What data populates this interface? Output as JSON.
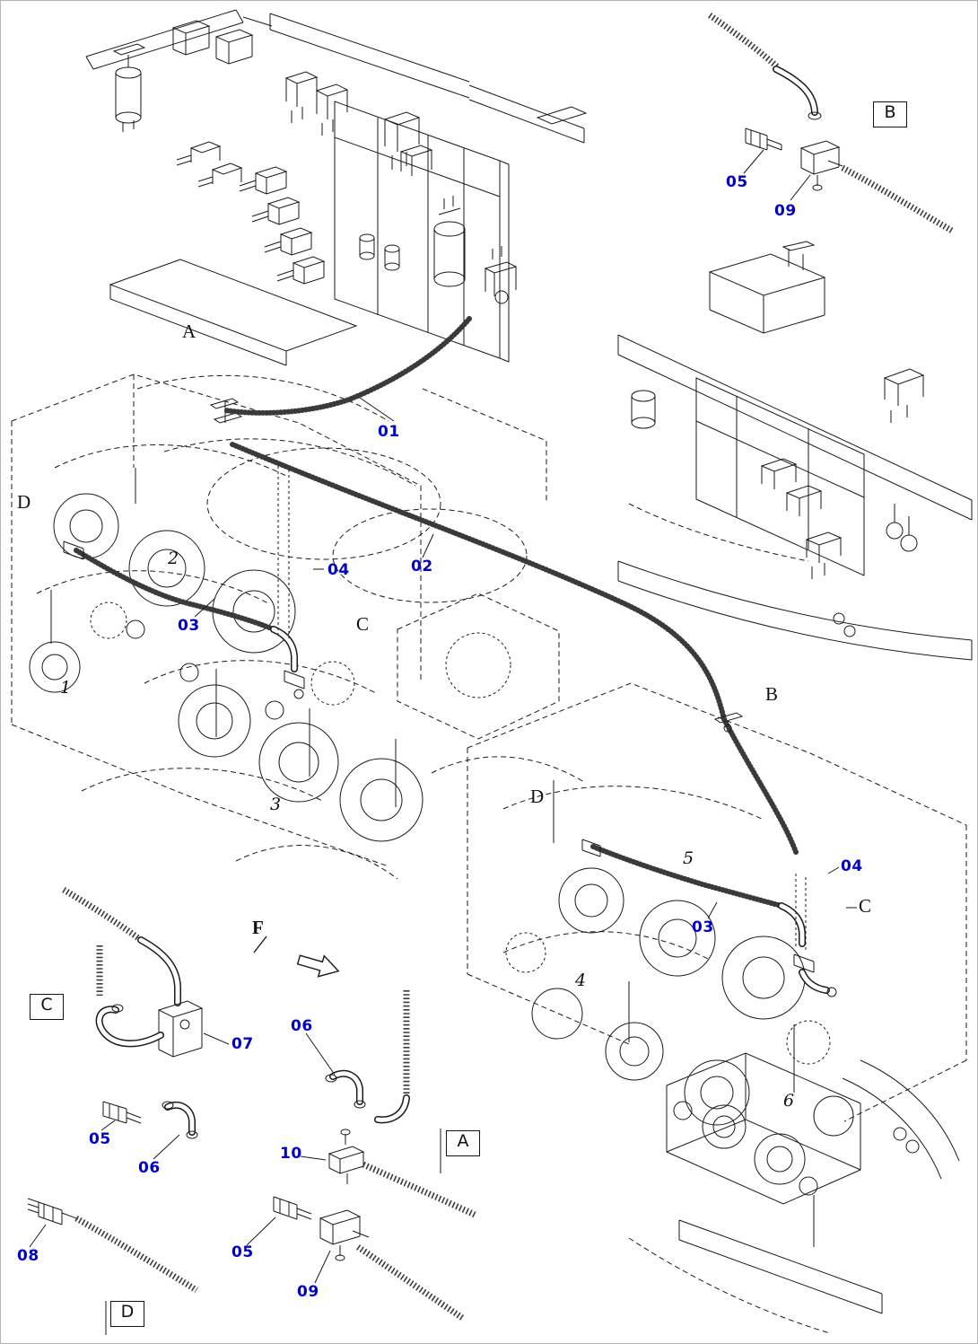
{
  "diagram": {
    "kind": "exploded-parts-line-drawing",
    "background_color": "#ffffff",
    "line_color": "#1a1a1a",
    "callout_color": "#0000cc"
  },
  "callouts": [
    {
      "label": "01"
    },
    {
      "label": "02"
    },
    {
      "label": "03"
    },
    {
      "label": "04"
    },
    {
      "label": "05"
    },
    {
      "label": "09"
    },
    {
      "label": "04"
    },
    {
      "label": "03"
    },
    {
      "label": "07"
    },
    {
      "label": "05"
    },
    {
      "label": "06"
    },
    {
      "label": "06"
    },
    {
      "label": "10"
    },
    {
      "label": "05"
    },
    {
      "label": "08"
    },
    {
      "label": "09"
    }
  ],
  "view_labels": [
    {
      "label": "B"
    },
    {
      "label": "C"
    },
    {
      "label": "A"
    },
    {
      "label": "D"
    }
  ],
  "section_letters": [
    {
      "label": "A"
    },
    {
      "label": "D"
    },
    {
      "label": "C"
    },
    {
      "label": "B"
    },
    {
      "label": "D"
    },
    {
      "label": "C"
    },
    {
      "label": "F"
    }
  ],
  "item_numbers": [
    {
      "label": "1"
    },
    {
      "label": "2"
    },
    {
      "label": "3"
    },
    {
      "label": "4"
    },
    {
      "label": "5"
    },
    {
      "label": "6"
    }
  ]
}
